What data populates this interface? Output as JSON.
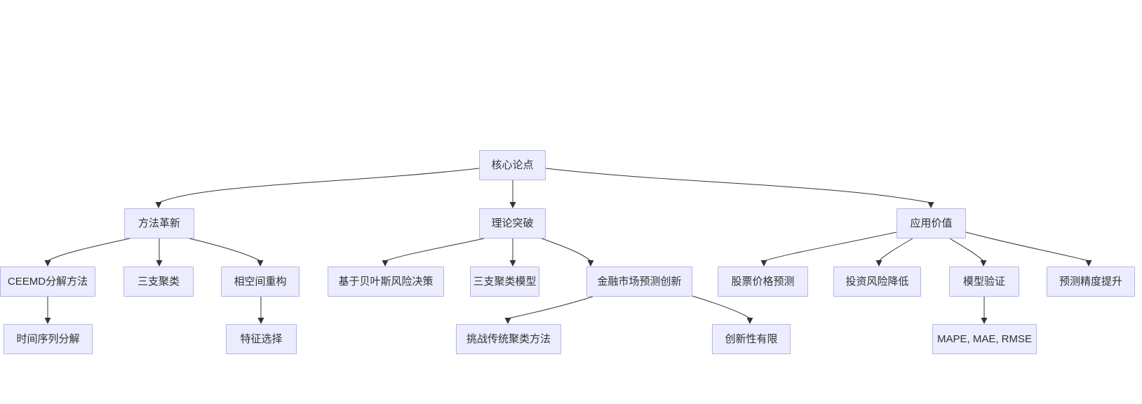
{
  "diagram": {
    "type": "flowchart",
    "direction": "top-down",
    "colors": {
      "node_fill": "#ECECFF",
      "node_border": "#b6b6e0",
      "text": "#333333",
      "edge": "#333333",
      "background": "#ffffff"
    },
    "nodes": [
      {
        "id": "root",
        "label": "核心论点"
      },
      {
        "id": "method",
        "label": "方法革新"
      },
      {
        "id": "theory",
        "label": "理论突破"
      },
      {
        "id": "application",
        "label": "应用价值"
      },
      {
        "id": "ceemd",
        "label": "CEEMD分解方法"
      },
      {
        "id": "three_way",
        "label": "三支聚类"
      },
      {
        "id": "phase_space",
        "label": "相空间重构"
      },
      {
        "id": "bayes",
        "label": "基于贝叶斯风险决策"
      },
      {
        "id": "twc_model",
        "label": "三支聚类模型"
      },
      {
        "id": "fin_market",
        "label": "金融市场预测创新"
      },
      {
        "id": "stock",
        "label": "股票价格预测"
      },
      {
        "id": "invest_risk",
        "label": "投资风险降低"
      },
      {
        "id": "model_valid",
        "label": "模型验证"
      },
      {
        "id": "accuracy",
        "label": "预测精度提升"
      },
      {
        "id": "time_series",
        "label": "时间序列分解"
      },
      {
        "id": "feature_sel",
        "label": "特征选择"
      },
      {
        "id": "challenge",
        "label": "挑战传统聚类方法"
      },
      {
        "id": "limited",
        "label": "创新性有限"
      },
      {
        "id": "metrics",
        "label": "MAPE, MAE, RMSE"
      }
    ],
    "edges": [
      {
        "from": "root",
        "to": "method"
      },
      {
        "from": "root",
        "to": "theory"
      },
      {
        "from": "root",
        "to": "application"
      },
      {
        "from": "method",
        "to": "ceemd"
      },
      {
        "from": "method",
        "to": "three_way"
      },
      {
        "from": "method",
        "to": "phase_space"
      },
      {
        "from": "theory",
        "to": "bayes"
      },
      {
        "from": "theory",
        "to": "twc_model"
      },
      {
        "from": "theory",
        "to": "fin_market"
      },
      {
        "from": "application",
        "to": "stock"
      },
      {
        "from": "application",
        "to": "invest_risk"
      },
      {
        "from": "application",
        "to": "model_valid"
      },
      {
        "from": "application",
        "to": "accuracy"
      },
      {
        "from": "ceemd",
        "to": "time_series"
      },
      {
        "from": "phase_space",
        "to": "feature_sel"
      },
      {
        "from": "fin_market",
        "to": "challenge"
      },
      {
        "from": "fin_market",
        "to": "limited"
      },
      {
        "from": "model_valid",
        "to": "metrics"
      }
    ]
  }
}
